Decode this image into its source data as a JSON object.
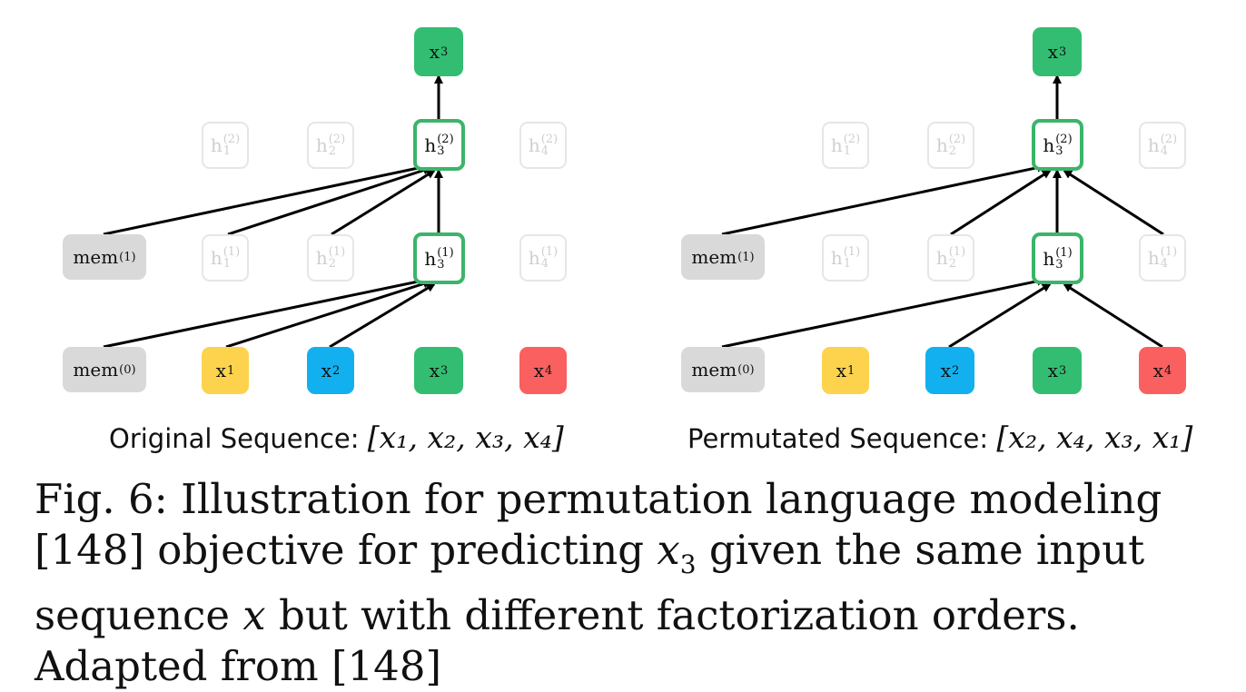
{
  "left_panel": {
    "label_text": "Original Sequence: ",
    "label_math": "[x₁, x₂, x₃, x₄]"
  },
  "right_panel": {
    "label_text": "Permutated Sequence: ",
    "label_math": "[x₂, x₄, x₃, x₁]"
  },
  "nodes": {
    "mem0": {
      "base": "mem",
      "sup": "(0)"
    },
    "mem1": {
      "base": "mem",
      "sup": "(1)"
    },
    "x1": {
      "base": "x",
      "sub": "1"
    },
    "x2": {
      "base": "x",
      "sub": "2"
    },
    "x3": {
      "base": "x",
      "sub": "3"
    },
    "x4": {
      "base": "x",
      "sub": "4"
    },
    "h": {
      "base": "h"
    },
    "layer1": "(1)",
    "layer2": "(2)",
    "idx1": "1",
    "idx2": "2",
    "idx3": "3",
    "idx4": "4"
  },
  "colors": {
    "x1": "#fdd34d",
    "x2": "#13b0f0",
    "x3": "#33bd72",
    "x4": "#f9605f",
    "mem": "#d9d9d9",
    "active_border": "#3cb46a"
  },
  "caption": {
    "part1": "Fig. 6: Illustration for permutation language modeling [148] objective for predicting ",
    "math1": "x",
    "math1_sub": "3",
    "part2": " given the same input sequence ",
    "math2": "x",
    "part3": " but with different factorization orders. Adapted from [148]"
  }
}
